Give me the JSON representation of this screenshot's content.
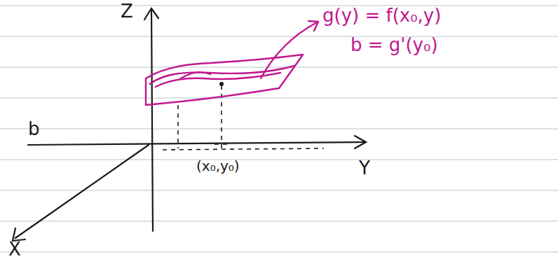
{
  "diagram": {
    "labels": [
      "Z",
      "g(y) = f(x₀,y)",
      "b = g'(y₀)",
      "b",
      "(x₀,y₀)",
      "Y",
      "X"
    ]
  }
}
